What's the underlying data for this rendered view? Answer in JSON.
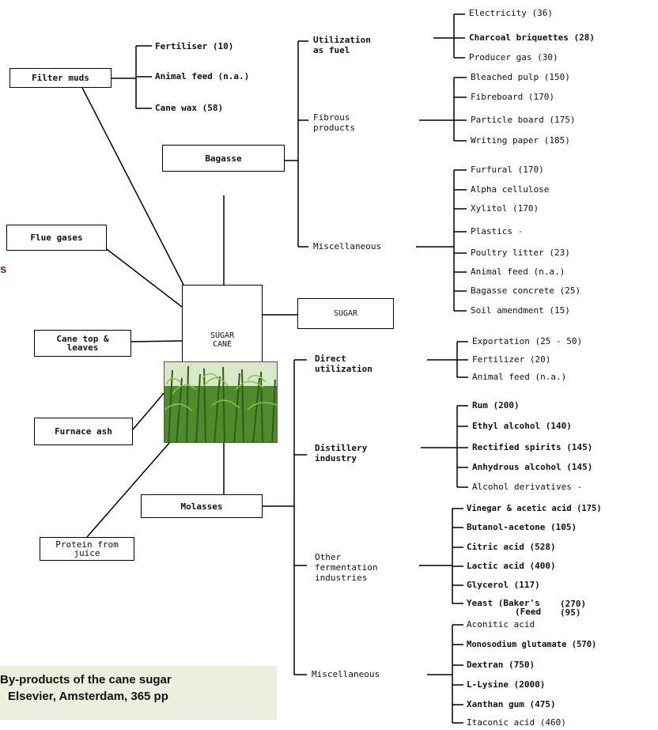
{
  "center": {
    "label_line1": "SUGAR",
    "label_line2": "CANE"
  },
  "left_boxes": {
    "filter_muds": "Filter muds",
    "flue_gases": "Flue gases",
    "cane_top_line1": "Cane top &",
    "cane_top_line2": "leaves",
    "furnace_ash": "Furnace ash",
    "protein_line1": "Protein from",
    "protein_line2": "juice"
  },
  "filter_muds_products": [
    "Fertiliser (10)",
    "Animal feed (n.a.)",
    "Cane wax (58)"
  ],
  "bagasse": {
    "label": "Bagasse",
    "fuel": {
      "label_line1": "Utilization",
      "label_line2": "as fuel",
      "items": [
        "Electricity (36)",
        "Charcoal briquettes (28)",
        "Producer gas (30)"
      ]
    },
    "fibrous": {
      "label_line1": "Fibrous",
      "label_line2": "products",
      "items": [
        "Bleached pulp (150)",
        "Fibreboard (170)",
        "Particle board (175)",
        "Writing paper (185)"
      ]
    },
    "misc": {
      "label": "Miscellaneous",
      "items": [
        "Furfural (170)",
        "Alpha cellulose",
        "Xylitol (170)",
        "Plastics -",
        "Poultry litter (23)",
        "Animal feed (n.a.)",
        "Bagasse concrete (25)",
        "Soil amendment (15)"
      ]
    }
  },
  "sugar": {
    "label": "SUGAR"
  },
  "molasses": {
    "label": "Molasses",
    "direct": {
      "label_line1": "Direct",
      "label_line2": "utilization",
      "items": [
        "Exportation (25 - 50)",
        "Fertilizer (20)",
        "Animal feed (n.a.)"
      ]
    },
    "distillery": {
      "label_line1": "Distillery",
      "label_line2": "industry",
      "items": [
        "Rum (200)",
        "Ethyl alcohol (140)",
        "Rectified spirits (145)",
        "Anhydrous alcohol (145)",
        "Alcohol derivatives -"
      ]
    },
    "fermentation": {
      "label_line1": "Other",
      "label_line2": "fermentation",
      "label_line3": "industries",
      "items": [
        "Vinegar & acetic acid (175)",
        "Butanol-acetone (105)",
        "Citric acid (528)",
        "Lactic acid (400)",
        "Glycerol (117)",
        "Yeast (Baker's"
      ],
      "yeast_value_1": "(270)",
      "yeast_sub": "(Feed",
      "yeast_value_2": "(95)"
    },
    "misc": {
      "label": "Miscellaneous",
      "items": [
        "Aconitic acid",
        "Monosodium glutamate (570)",
        "Dextran (750)",
        "L-Lysine (2000)",
        "Xanthan gum (475)",
        "Itaconic acid (460)"
      ]
    }
  },
  "caption": {
    "line1": "By-products of the cane sugar",
    "line2": "Elsevier, Amsterdam, 365 pp"
  },
  "side_fragment": "s",
  "photo": {
    "sky_color": "#d8e8c8",
    "grass_color": "#4f8a2c",
    "dark_grass": "#2f5e1a"
  }
}
